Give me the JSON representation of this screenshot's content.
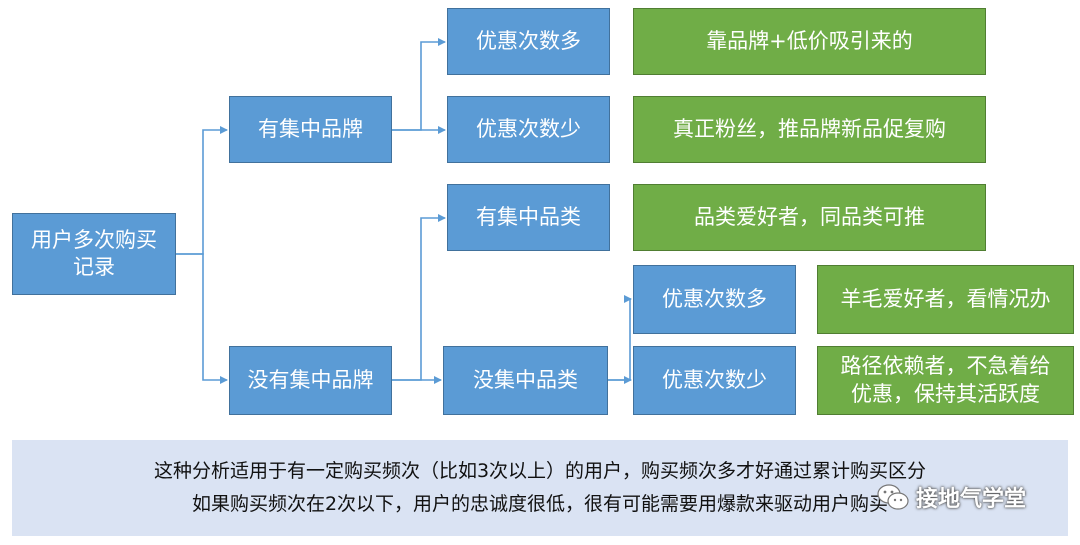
{
  "nodes": {
    "root": "用户多次购买\n记录",
    "brand_yes": "有集中品牌",
    "brand_no": "没有集中品牌",
    "promo_many_1": "优惠次数多",
    "promo_few_1": "优惠次数少",
    "category_yes": "有集中品类",
    "category_no": "没集中品类",
    "promo_many_2": "优惠次数多",
    "promo_few_2": "优惠次数少"
  },
  "outcomes": {
    "o1": "靠品牌+低价吸引来的",
    "o2": "真正粉丝，推品牌新品促复购",
    "o3": "品类爱好者，同品类可推",
    "o4": "羊毛爱好者，看情况办",
    "o5": "路径依赖者，不急着给\n优惠，保持其活跃度"
  },
  "note": {
    "line1": "这种分析适用于有一定购买频次（比如3次以上）的用户，购买频次多才好通过累计购买区分",
    "line2": "如果购买频次在2次以下，用户的忠诚度很低，很有可能需要用爆款来驱动用户购买"
  },
  "watermark": {
    "text": "接地气学堂",
    "icon": "wechat-logo-icon"
  },
  "colors": {
    "node_blue": "#5b9bd5",
    "outcome_green": "#70ad47",
    "note_bg": "#dae3f3",
    "connector": "#5b9bd5"
  }
}
